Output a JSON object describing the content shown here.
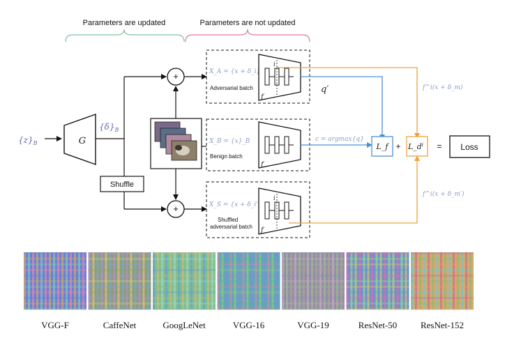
{
  "headers": {
    "updated": "Parameters are updated",
    "not_updated": "Parameters are not updated"
  },
  "inputs": {
    "z_batch": "{z}",
    "z_sub": "B",
    "generator": "G",
    "delta_batch": "{δ}",
    "delta_sub": "B",
    "shuffle": "Shuffle"
  },
  "branches": {
    "adversarial": {
      "formula": "X_A = {x + δ_i}_B",
      "label": "Adversarial batch"
    },
    "benign": {
      "formula": "X_B = {x}_B",
      "label": "Benign batch"
    },
    "shuffled": {
      "formula": "X_S = {x + δ_i'}_B",
      "label_line1": "Shuffled",
      "label_line2": "adversarial batch"
    }
  },
  "network": {
    "f": "f",
    "i": "i"
  },
  "signals": {
    "q_prime": "q′",
    "c_eq": "c = argmax{q}",
    "f_top": "f^i(x + δ_m)",
    "f_bottom": "f^i(x + δ_m′)"
  },
  "losses": {
    "lf": "L_f",
    "plus": "+",
    "ld": "L_d",
    "ld_sup": "i",
    "equals": "=",
    "loss": "Loss"
  },
  "samples": [
    {
      "name": "VGG-F",
      "colors": [
        "#6d7fd6",
        "#c9a86a",
        "#7fc7b8",
        "#d98ab0"
      ]
    },
    {
      "name": "CaffeNet",
      "colors": [
        "#8a9e78",
        "#b88fc9",
        "#d9c28a",
        "#7fa6c7"
      ]
    },
    {
      "name": "GoogLeNet",
      "colors": [
        "#7fbf8f",
        "#6b9fcf",
        "#c9b87a",
        "#9fd6c0"
      ]
    },
    {
      "name": "VGG-16",
      "colors": [
        "#5fa8b8",
        "#c98f9f",
        "#8fc97f",
        "#7f8fd9"
      ]
    },
    {
      "name": "VGG-19",
      "colors": [
        "#8f8fa8",
        "#c9a8c0",
        "#9fb88f",
        "#b0a090"
      ]
    },
    {
      "name": "ResNet-50",
      "colors": [
        "#6f8fcf",
        "#d96fa8",
        "#8fd98f",
        "#c9c96f"
      ]
    },
    {
      "name": "ResNet-152",
      "colors": [
        "#d9a86f",
        "#6fc9c9",
        "#c96f8f",
        "#8fb86f"
      ]
    }
  ],
  "colors": {
    "green_brace": "#7fc4a0",
    "pink_brace": "#e07a9a",
    "blue": "#4a90d9",
    "orange": "#f0a040",
    "formula": "#8a9bc4"
  }
}
